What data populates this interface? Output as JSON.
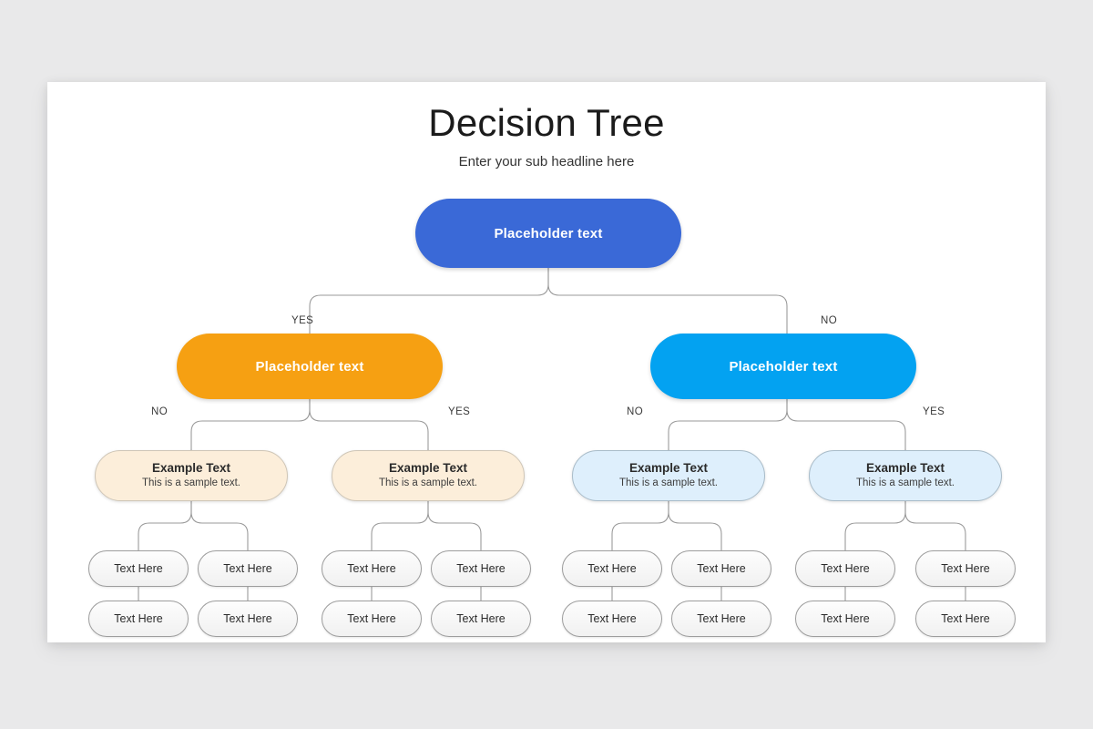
{
  "header": {
    "title": "Decision Tree",
    "subtitle": "Enter your sub headline here"
  },
  "colors": {
    "canvas_background": "#e9e9ea",
    "slide_background": "#ffffff",
    "root_node": "#3a69d7",
    "branch_yes": "#f6a012",
    "branch_no": "#03a2f1",
    "card_warm_fill": "#fceeda",
    "card_cool_fill": "#deeffc",
    "leaf_fill": "#f4f4f4",
    "connector": "#9a9a9a"
  },
  "tree": {
    "root": {
      "label": "Placeholder text"
    },
    "branches": [
      {
        "edge_label": "YES",
        "label": "Placeholder text"
      },
      {
        "edge_label": "NO",
        "label": "Placeholder text"
      }
    ],
    "cards": [
      {
        "edge_label": "NO",
        "title": "Example Text",
        "subtitle": "This is a sample text."
      },
      {
        "edge_label": "YES",
        "title": "Example Text",
        "subtitle": "This is a sample text."
      },
      {
        "edge_label": "NO",
        "title": "Example Text",
        "subtitle": "This is a sample text."
      },
      {
        "edge_label": "YES",
        "title": "Example Text",
        "subtitle": "This is a sample text."
      }
    ],
    "leaves": [
      {
        "label": "Text Here"
      },
      {
        "label": "Text Here"
      },
      {
        "label": "Text Here"
      },
      {
        "label": "Text Here"
      },
      {
        "label": "Text Here"
      },
      {
        "label": "Text Here"
      },
      {
        "label": "Text Here"
      },
      {
        "label": "Text Here"
      },
      {
        "label": "Text Here"
      },
      {
        "label": "Text Here"
      },
      {
        "label": "Text Here"
      },
      {
        "label": "Text Here"
      },
      {
        "label": "Text Here"
      },
      {
        "label": "Text Here"
      },
      {
        "label": "Text Here"
      },
      {
        "label": "Text Here"
      }
    ]
  }
}
